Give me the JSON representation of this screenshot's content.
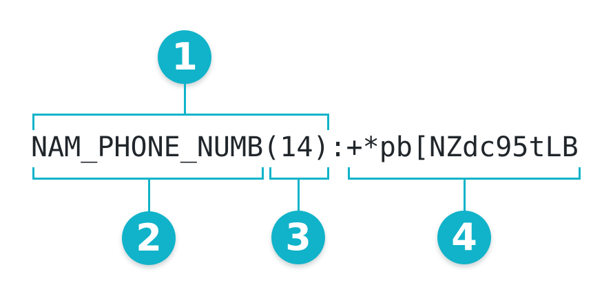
{
  "diagram": {
    "code_string": "NAM_PHONE_NUMB(14):+*pb[NZdc95tLB",
    "segments": {
      "field_name": "NAM_PHONE_NUMB",
      "length": "(14)",
      "separator": ":",
      "value": "+*pb[NZdc95tLB"
    },
    "callouts": [
      {
        "number": "1",
        "refers_to": "NAM_PHONE_NUMB(14)",
        "position": "above"
      },
      {
        "number": "2",
        "refers_to": "NAM_PHONE_NUMB",
        "position": "below"
      },
      {
        "number": "3",
        "refers_to": "(14)",
        "position": "below"
      },
      {
        "number": "4",
        "refers_to": "+*pb[NZdc95tLB",
        "position": "below"
      }
    ]
  },
  "colors": {
    "accent": "#10b3c9",
    "text": "#21262b",
    "background": "#ffffff",
    "badge_text": "#ffffff"
  }
}
